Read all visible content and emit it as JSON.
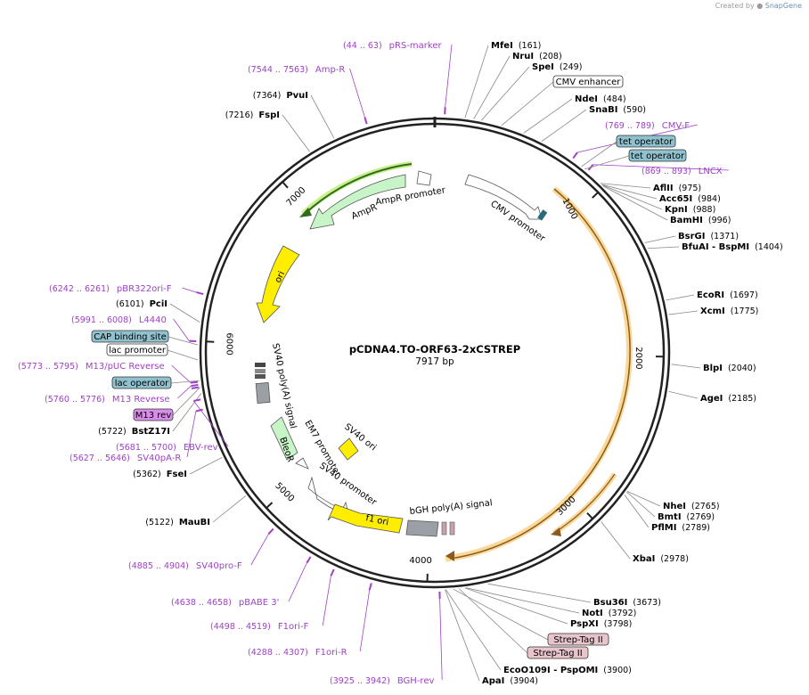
{
  "credit": {
    "prefix": "Created by",
    "brand": "SnapGene"
  },
  "plasmid": {
    "name": "pCDNA4.TO-ORF63-2xCSTREP",
    "size_label": "7917 bp",
    "length": 7917
  },
  "ruler_ticks": [
    {
      "pos": 1000,
      "label": "1000"
    },
    {
      "pos": 2000,
      "label": "2000"
    },
    {
      "pos": 3000,
      "label": "3000"
    },
    {
      "pos": 4000,
      "label": "4000"
    },
    {
      "pos": 5000,
      "label": "5000"
    },
    {
      "pos": 6000,
      "label": "6000"
    },
    {
      "pos": 7000,
      "label": "7000"
    }
  ],
  "sites": [
    {
      "name": "MfeI",
      "pos_label": "(161)",
      "pos": 161
    },
    {
      "name": "NruI",
      "pos_label": "(208)",
      "pos": 208
    },
    {
      "name": "SpeI",
      "pos_label": "(249)",
      "pos": 249
    },
    {
      "name": "NdeI",
      "pos_label": "(484)",
      "pos": 484
    },
    {
      "name": "SnaBI",
      "pos_label": "(590)",
      "pos": 590
    },
    {
      "name": "AflII",
      "pos_label": "(975)",
      "pos": 975
    },
    {
      "name": "Acc65I",
      "pos_label": "(984)",
      "pos": 984
    },
    {
      "name": "KpnI",
      "pos_label": "(988)",
      "pos": 988
    },
    {
      "name": "BamHI",
      "pos_label": "(996)",
      "pos": 996
    },
    {
      "name": "BsrGI",
      "pos_label": "(1371)",
      "pos": 1371
    },
    {
      "name": "BfuAI - BspMI",
      "pos_label": "(1404)",
      "pos": 1404
    },
    {
      "name": "EcoRI",
      "pos_label": "(1697)",
      "pos": 1697
    },
    {
      "name": "XcmI",
      "pos_label": "(1775)",
      "pos": 1775
    },
    {
      "name": "BlpI",
      "pos_label": "(2040)",
      "pos": 2040
    },
    {
      "name": "AgeI",
      "pos_label": "(2185)",
      "pos": 2185
    },
    {
      "name": "NheI",
      "pos_label": "(2765)",
      "pos": 2765
    },
    {
      "name": "BmtI",
      "pos_label": "(2769)",
      "pos": 2769
    },
    {
      "name": "PflMI",
      "pos_label": "(2789)",
      "pos": 2789
    },
    {
      "name": "XbaI",
      "pos_label": "(2978)",
      "pos": 2978
    },
    {
      "name": "Bsu36I",
      "pos_label": "(3673)",
      "pos": 3673
    },
    {
      "name": "NotI",
      "pos_label": "(3792)",
      "pos": 3792
    },
    {
      "name": "PspXI",
      "pos_label": "(3798)",
      "pos": 3798
    },
    {
      "name": "EcoO109I - PspOMI",
      "pos_label": "(3900)",
      "pos": 3900
    },
    {
      "name": "ApaI",
      "pos_label": "(3904)",
      "pos": 3904
    },
    {
      "name": "MauBI",
      "pos_label": "(5122)",
      "pos": 5122
    },
    {
      "name": "FseI",
      "pos_label": "(5362)",
      "pos": 5362
    },
    {
      "name": "BstZ17I",
      "pos_label": "(5722)",
      "pos": 5722
    },
    {
      "name": "PciI",
      "pos_label": "(6101)",
      "pos": 6101
    },
    {
      "name": "FspI",
      "pos_label": "(7216)",
      "pos": 7216
    },
    {
      "name": "PvuI",
      "pos_label": "(7364)",
      "pos": 7364
    }
  ],
  "primers": [
    {
      "name": "pRS-marker",
      "range": "(44 .. 63)",
      "pos": 53
    },
    {
      "name": "Amp-R",
      "range": "(7544 .. 7563)",
      "pos": 7553
    },
    {
      "name": "CMV-F",
      "range": "(769 .. 789)",
      "pos": 779
    },
    {
      "name": "LNCX",
      "range": "(869 .. 893)",
      "pos": 881
    },
    {
      "name": "pBR322ori-F",
      "range": "(6242 .. 6261)",
      "pos": 6251
    },
    {
      "name": "L4440",
      "range": "(5991 .. 6008)",
      "pos": 5999
    },
    {
      "name": "M13/pUC Reverse",
      "range": "(5773 .. 5795)",
      "pos": 5784
    },
    {
      "name": "M13 Reverse",
      "range": "(5760 .. 5776)",
      "pos": 5768
    },
    {
      "name": "M13 rev",
      "range": "",
      "pos": 5755
    },
    {
      "name": "EBV-rev",
      "range": "(5681 .. 5700)",
      "pos": 5690
    },
    {
      "name": "SV40pA-R",
      "range": "(5627 .. 5646)",
      "pos": 5636
    },
    {
      "name": "SV40pro-F",
      "range": "(4885 .. 4904)",
      "pos": 4894
    },
    {
      "name": "pBABE 3'",
      "range": "(4638 .. 4658)",
      "pos": 4648
    },
    {
      "name": "F1ori-F",
      "range": "(4498 .. 4519)",
      "pos": 4508
    },
    {
      "name": "F1ori-R",
      "range": "(4288 .. 4307)",
      "pos": 4297
    },
    {
      "name": "BGH-rev",
      "range": "(3925 .. 3942)",
      "pos": 3933
    }
  ],
  "feature_boxes": [
    {
      "label": "CMV enhancer",
      "color": "#ffffff",
      "pos": 360
    },
    {
      "label": "tet operator",
      "color": "#8fc1cf",
      "pos": 840
    },
    {
      "label": "tet operator",
      "color": "#8fc1cf",
      "pos": 862
    },
    {
      "label": "CAP binding site",
      "color": "#8fc1cf",
      "pos": 5980
    },
    {
      "label": "lac promoter",
      "color": "#ffffff",
      "pos": 5900
    },
    {
      "label": "lac operator",
      "color": "#8fc1cf",
      "pos": 5790
    },
    {
      "label": "M13 rev",
      "color": "#d88ee8",
      "pos": 5755
    },
    {
      "label": "Strep-Tag II",
      "color": "#e8c4cc",
      "pos": 3860
    },
    {
      "label": "Strep-Tag II",
      "color": "#e8c4cc",
      "pos": 3830
    }
  ],
  "inner_labels": {
    "ampr": "AmpR",
    "ampr_promoter": "AmpR promoter",
    "cmv_promoter": "CMV promoter",
    "ori": "ori",
    "sv40_polya": "SV40 poly(A) signal",
    "em7": "EM7 promoter",
    "bleor": "BleoR",
    "sv40_promoter": "SV40 promoter",
    "sv40_ori": "SV40 ori",
    "f1_ori": "f1 ori",
    "bgh": "bGH poly(A) signal"
  },
  "colors": {
    "primer": "#a040c8",
    "ampr": "#c8f5c8",
    "ori": "#ffee00",
    "orf": "#f5b04a",
    "backbone": "#222222"
  }
}
